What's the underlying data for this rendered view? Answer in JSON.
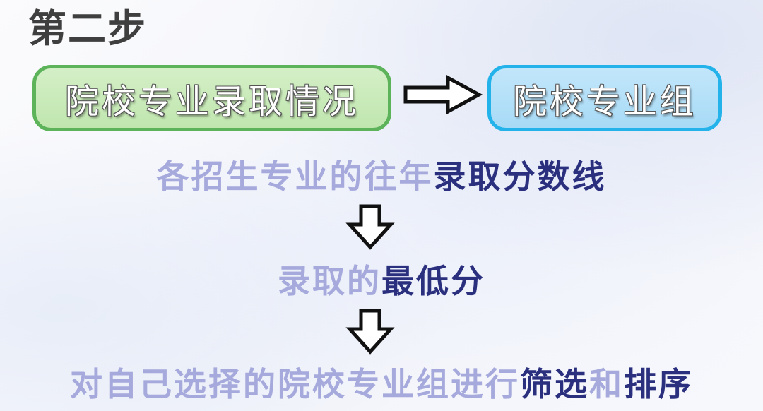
{
  "title": "第二步",
  "flow": {
    "source_box": "院校专业录取情况",
    "target_box": "院校专业组"
  },
  "steps": [
    {
      "soft": "各招生专业的往年",
      "strong": "录取分数线"
    },
    {
      "soft": "录取的",
      "strong": "最低分"
    },
    {
      "soft": "对自己选择的院校专业组进行",
      "strong": "筛选",
      "soft2": "和",
      "strong2": "排序"
    }
  ],
  "colors": {
    "title_text": "#3f3f3f",
    "green_box_border": "#5cb35a",
    "green_box_fill": "#c8e9b8",
    "blue_box_border": "#23b3ea",
    "blue_box_fill": "#b3dff8",
    "soft_text": "#a6a9db",
    "strong_text": "#2a2f7e"
  },
  "icons": {
    "horizontal_arrow": "outlined-right-arrow-icon",
    "vertical_arrow": "outlined-down-arrow-icon"
  }
}
